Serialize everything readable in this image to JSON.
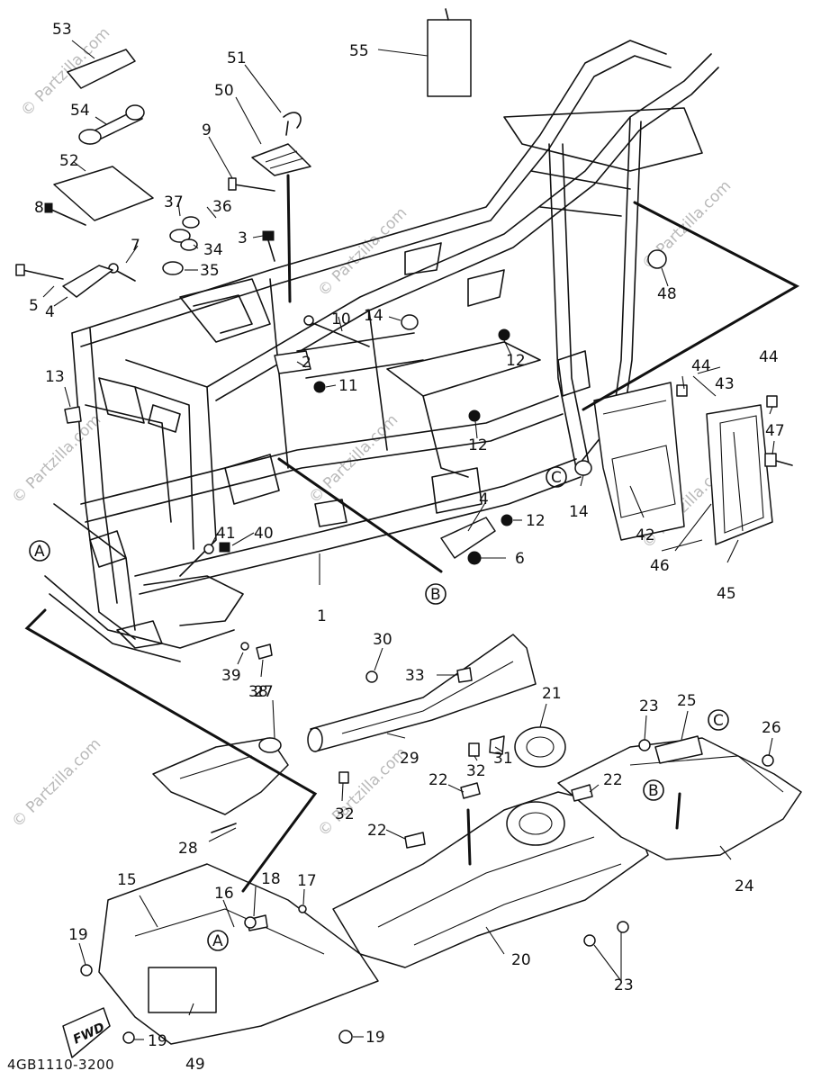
{
  "diagram_code": "4GB1110-3200",
  "watermark": "© Partzilla.com",
  "fwd_label": "FWD",
  "reference_circles": [
    "A",
    "B",
    "C"
  ],
  "callouts": [
    "1",
    "2",
    "4",
    "4",
    "5",
    "6",
    "7",
    "8",
    "9",
    "10",
    "11",
    "12",
    "12",
    "12",
    "13",
    "14",
    "14",
    "15",
    "16",
    "17",
    "18",
    "19",
    "19",
    "19",
    "20",
    "21",
    "22",
    "22",
    "22",
    "23",
    "23",
    "23",
    "24",
    "25",
    "26",
    "27",
    "28",
    "29",
    "30",
    "31",
    "32",
    "32",
    "33",
    "34",
    "35",
    "36",
    "37",
    "38",
    "39",
    "40",
    "41",
    "42",
    "43",
    "44",
    "44",
    "45",
    "46",
    "47",
    "48",
    "49",
    "50",
    "51",
    "52",
    "53",
    "54",
    "55",
    "3"
  ]
}
